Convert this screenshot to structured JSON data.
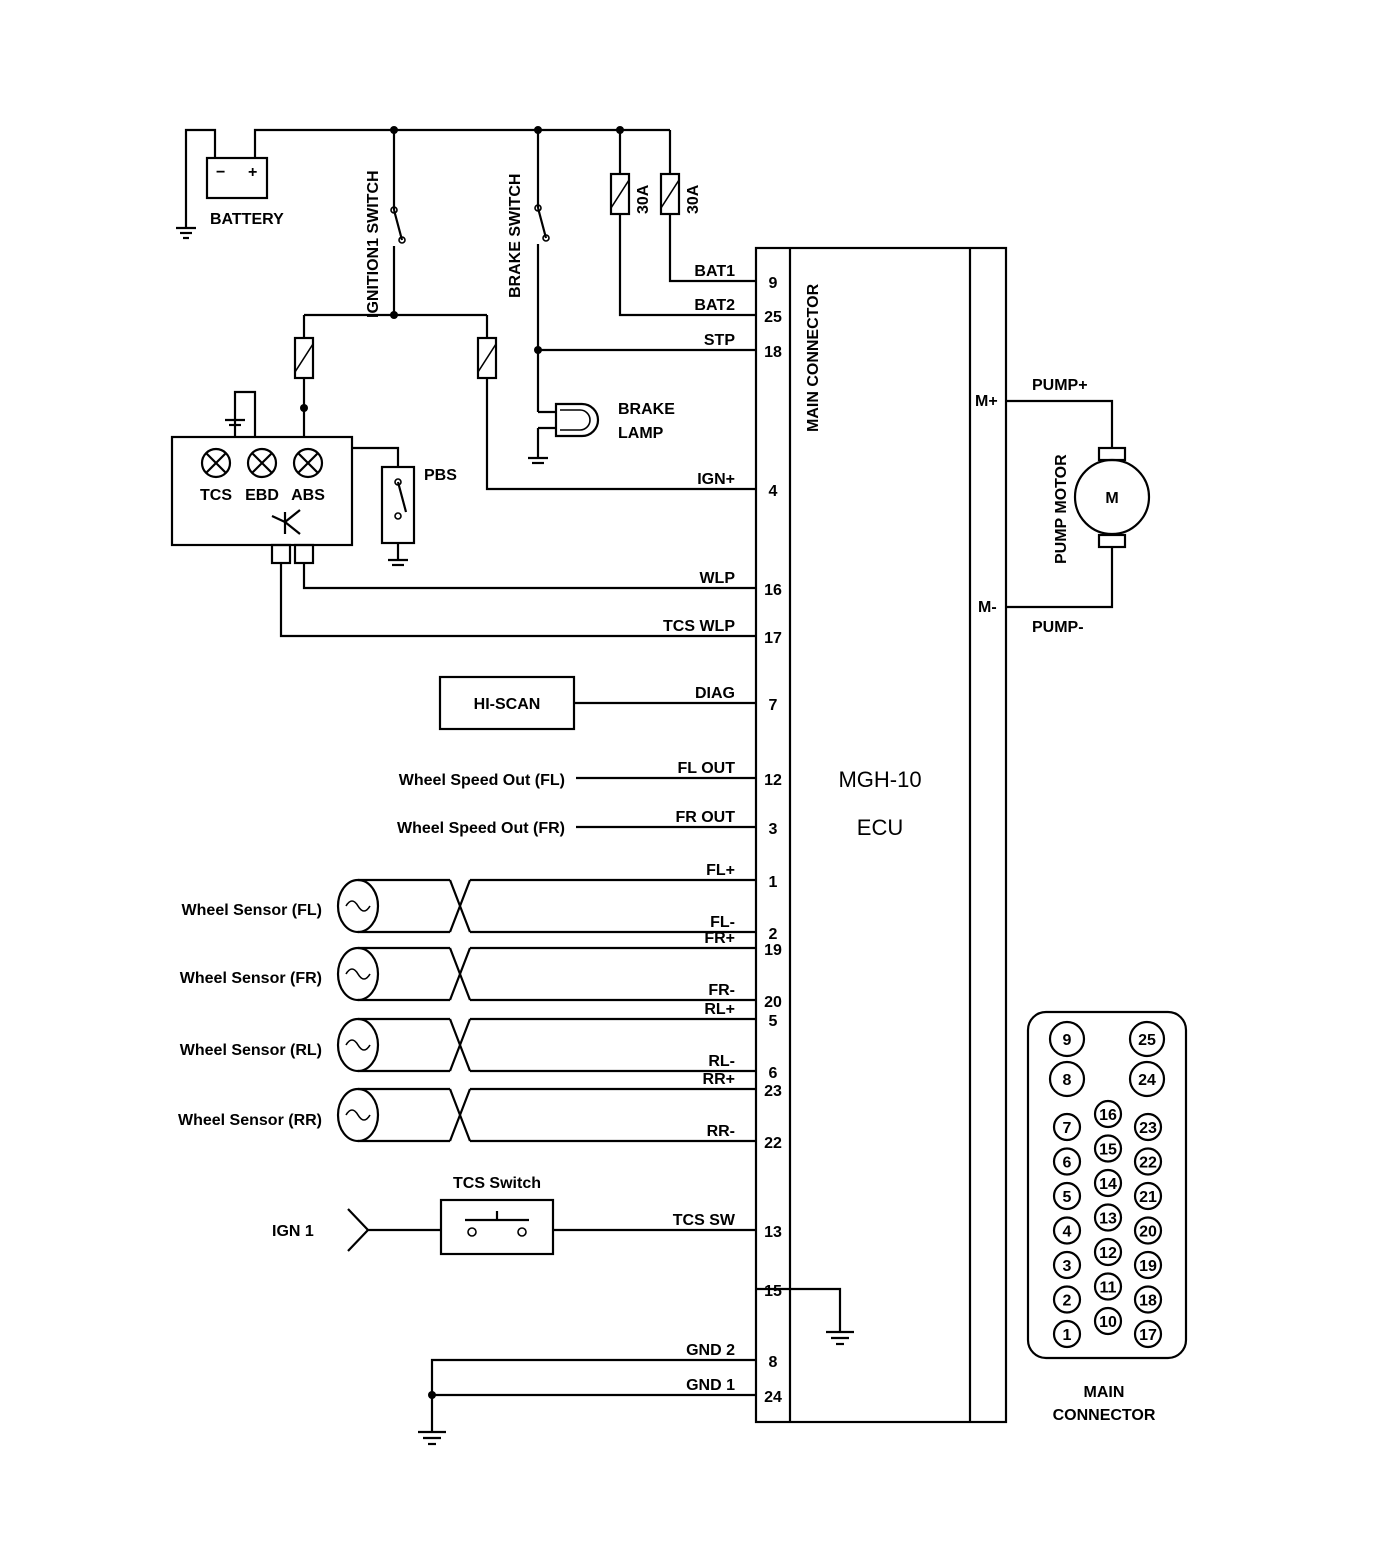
{
  "ecu": {
    "model": "MGH-10",
    "name": "ECU",
    "connector_label": "MAIN CONNECTOR"
  },
  "power": {
    "battery": "BATTERY",
    "battery_minus": "−",
    "battery_plus": "+",
    "ignition_switch": "IGNITION1 SWITCH",
    "brake_switch": "BRAKE SWITCH",
    "fuse1": "30A",
    "fuse2": "30A",
    "brake_lamp_line1": "BRAKE",
    "brake_lamp_line2": "LAMP"
  },
  "warning_lamps": {
    "tcs": "TCS",
    "ebd": "EBD",
    "abs": "ABS",
    "pbs": "PBS"
  },
  "hiscan": "HI-SCAN",
  "pump": {
    "plus": "PUMP+",
    "minus": "PUMP-",
    "motor": "PUMP MOTOR",
    "m": "M",
    "m_plus": "M+",
    "m_minus": "M-"
  },
  "outputs": {
    "fl": "Wheel Speed Out (FL)",
    "fr": "Wheel Speed Out (FR)"
  },
  "sensors": [
    "Wheel Sensor (FL)",
    "Wheel Sensor (FR)",
    "Wheel Sensor (RL)",
    "Wheel Sensor (RR)"
  ],
  "tcs_switch": "TCS Switch",
  "ign1": "IGN 1",
  "pins": [
    {
      "signal": "BAT1",
      "pin": "9"
    },
    {
      "signal": "BAT2",
      "pin": "25"
    },
    {
      "signal": "STP",
      "pin": "18"
    },
    {
      "signal": "IGN+",
      "pin": "4"
    },
    {
      "signal": "WLP",
      "pin": "16"
    },
    {
      "signal": "TCS WLP",
      "pin": "17"
    },
    {
      "signal": "DIAG",
      "pin": "7"
    },
    {
      "signal": "FL OUT",
      "pin": "12"
    },
    {
      "signal": "FR OUT",
      "pin": "3"
    },
    {
      "signal": "FL+",
      "pin": "1"
    },
    {
      "signal": "FL-",
      "pin": "2"
    },
    {
      "signal": "FR+",
      "pin": "19"
    },
    {
      "signal": "FR-",
      "pin": "20"
    },
    {
      "signal": "RL+",
      "pin": "5"
    },
    {
      "signal": "RL-",
      "pin": "6"
    },
    {
      "signal": "RR+",
      "pin": "23"
    },
    {
      "signal": "RR-",
      "pin": "22"
    },
    {
      "signal": "TCS SW",
      "pin": "13"
    },
    {
      "signal": "",
      "pin": "15"
    },
    {
      "signal": "GND 2",
      "pin": "8"
    },
    {
      "signal": "GND 1",
      "pin": "24"
    }
  ],
  "connector": {
    "title_line1": "MAIN",
    "title_line2": "CONNECTOR",
    "top_pins": [
      "9",
      "25",
      "8",
      "24"
    ],
    "columns": [
      [
        "7",
        "6",
        "5",
        "4",
        "3",
        "2",
        "1"
      ],
      [
        "16",
        "15",
        "14",
        "13",
        "12",
        "11",
        "10"
      ],
      [
        "23",
        "22",
        "21",
        "20",
        "19",
        "18",
        "17"
      ]
    ]
  }
}
